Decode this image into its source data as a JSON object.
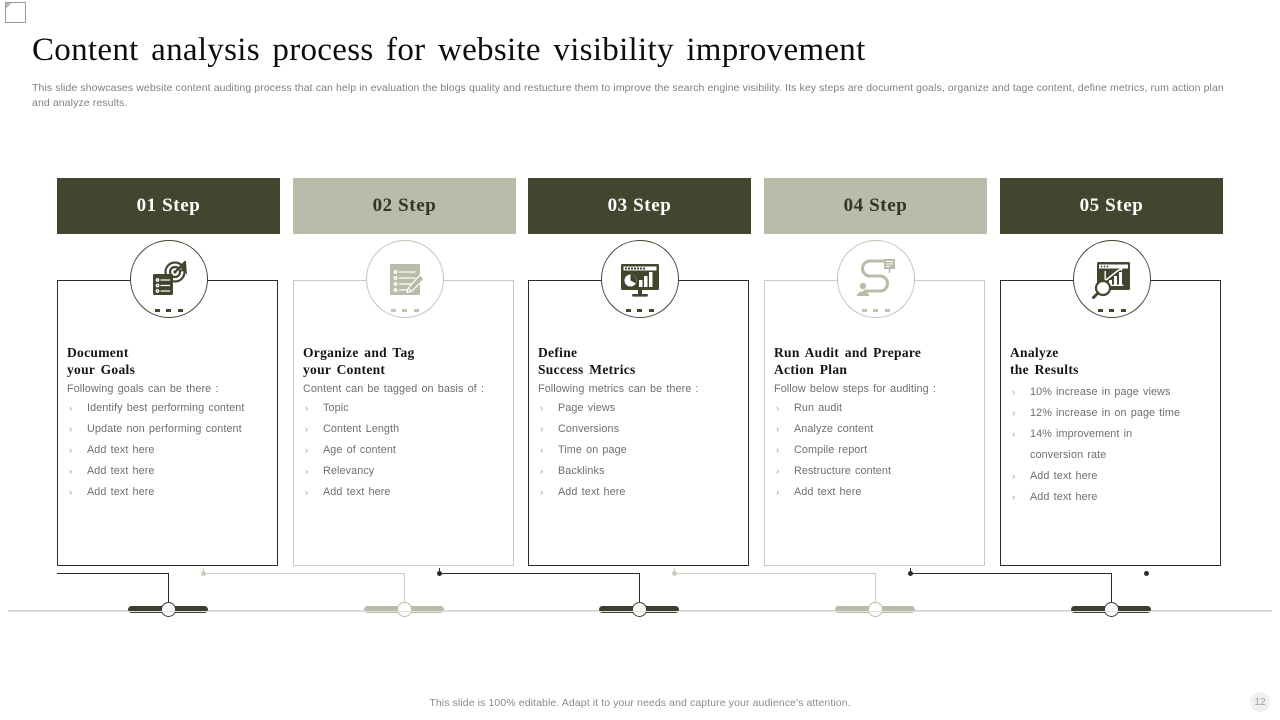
{
  "header": {
    "title": "Content analysis process for website visibility improvement",
    "subtitle": "This slide showcases website content auditing process that can help in evaluation the blogs quality and restucture them to improve the search engine visibility. Its key steps are document goals, organize and tage content, define metrics, rum action plan and analyze results."
  },
  "colors": {
    "dark": "#42462F",
    "light": "#B8BCA8",
    "text_muted": "#6F6F6F",
    "baseline": "#D2D2D2"
  },
  "steps": [
    {
      "header_label": "01 Step",
      "tone": "dark",
      "icon": "target-checklist-icon",
      "title_line1": "Document",
      "title_line2": "your Goals",
      "intro": "Following goals can be there :",
      "bullets": [
        "Identify best performing  content",
        "Update non performing  content",
        "Add text here",
        "Add text here",
        "Add text here"
      ]
    },
    {
      "header_label": "02 Step",
      "tone": "light",
      "icon": "document-edit-icon",
      "title_line1": "Organize and Tag",
      "title_line2": "your Content",
      "intro": "Content can be tagged on basis of :",
      "bullets": [
        "Topic",
        "Content Length",
        "Age of content",
        "Relevancy",
        "Add text here"
      ]
    },
    {
      "header_label": "03 Step",
      "tone": "dark",
      "icon": "monitor-analytics-icon",
      "title_line1": "Define",
      "title_line2": "Success Metrics",
      "intro": "Following metrics can be there :",
      "bullets": [
        "Page views",
        "Conversions",
        "Time on page",
        "Backlinks",
        "Add text here"
      ]
    },
    {
      "header_label": "04 Step",
      "tone": "light",
      "icon": "roadmap-path-icon",
      "title_line1": "Run Audit and Prepare",
      "title_line2": "Action Plan",
      "intro": "Follow below steps for auditing :",
      "bullets": [
        "Run audit",
        "Analyze content",
        "Compile report",
        "Restructure content",
        "Add text here"
      ]
    },
    {
      "header_label": "05 Step",
      "tone": "dark",
      "icon": "chart-magnifier-icon",
      "title_line1": "Analyze",
      "title_line2": "the Results",
      "intro": "",
      "bullets": [
        "10% increase in page views",
        "12% increase in on page time",
        "14% improvement  in\nconversion rate",
        "Add text here",
        "Add text here"
      ]
    }
  ],
  "footer": {
    "note": "This slide is 100% editable. Adapt it to your needs and capture your audience's attention.",
    "page_number": "12"
  }
}
